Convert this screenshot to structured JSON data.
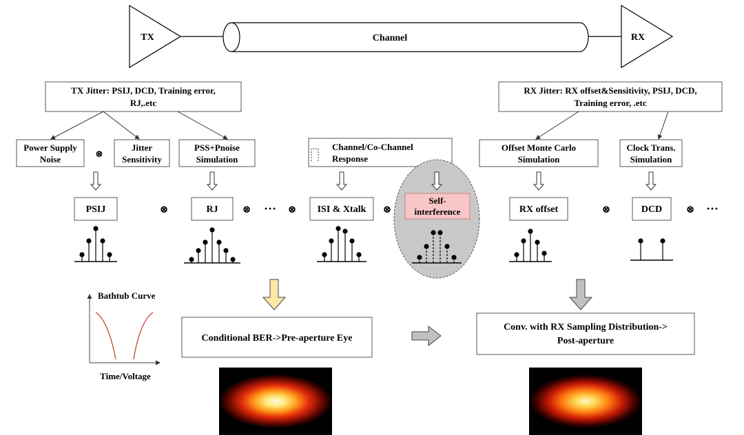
{
  "top": {
    "tx": "TX",
    "channel": "Channel",
    "rx": "RX"
  },
  "tx_jitter": {
    "line1": "TX Jitter: PSIJ, DCD, Training error,",
    "line2": "RJ,.etc"
  },
  "rx_jitter": {
    "line1": "RX Jitter: RX offset&Sensitivity, PSIJ, DCD,",
    "line2": "Training error, .etc"
  },
  "sources": {
    "power_supply_noise": [
      "Power Supply",
      "Noise"
    ],
    "jitter_sensitivity": [
      "Jitter",
      "Sensitivity"
    ],
    "pss_pnoise": [
      "PSS+Pnoise",
      "Simulation"
    ],
    "channel_response": [
      "Channel/Co-Channel",
      "Response"
    ],
    "offset_monte_carlo": [
      "Offset Monte Carlo",
      "Simulation"
    ],
    "clock_trans": [
      "Clock Trans.",
      "Simulation"
    ]
  },
  "components": {
    "psij": "PSIJ",
    "rj": "RJ",
    "ellipsis": "···",
    "isi_xtalk": "ISI & Xtalk",
    "self_interference": [
      "Self-",
      "interference"
    ],
    "rx_offset": "RX offset",
    "dcd": "DCD"
  },
  "symbols": {
    "conv": "⊗",
    "ellipsis": "···"
  },
  "bathtub": {
    "title": "Bathtub Curve",
    "xlabel": "Time/Voltage"
  },
  "results": {
    "pre_aperture": "Conditional BER->Pre-aperture Eye",
    "post_aperture": [
      "Conv. with RX Sampling Distribution->",
      "Post-aperture"
    ]
  },
  "colors": {
    "self_interference_fill": "#f7c6c6",
    "highlight_ellipse": "#c8c8c8",
    "yellow_arrow": "#fbe8a6",
    "gray_arrow": "#c0c0c0",
    "bathtub_curve": "#c0392b"
  }
}
